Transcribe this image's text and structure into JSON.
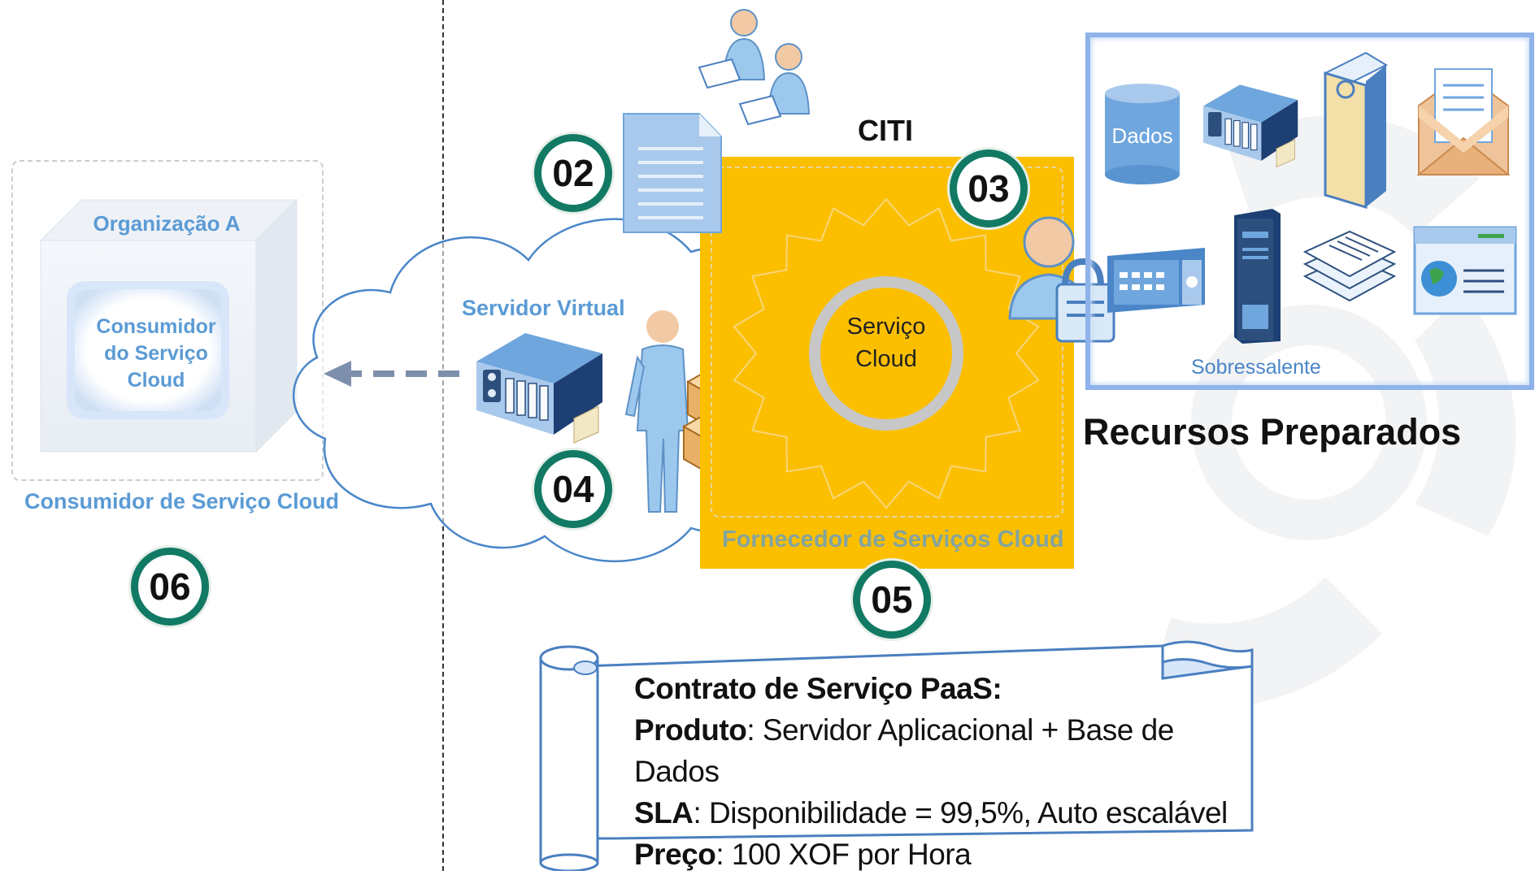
{
  "labels": {
    "citi": "CITI",
    "recursos_preparados": "Recursos Preparados",
    "organizacao_a": "Organização A",
    "consumidor_servico_line1": "Consumidor",
    "consumidor_servico_line2": "do Serviço",
    "consumidor_servico_line3": "Cloud",
    "consumidor_de_servico_cloud": "Consumidor de Serviço Cloud",
    "servidor_virtual": "Servidor Virtual",
    "servico_cloud_line1": "Serviço",
    "servico_cloud_line2": "Cloud",
    "fornecedor": "Fornecedor de Serviços Cloud",
    "dados": "Dados",
    "sobressalente": "Sobressalente"
  },
  "badges": {
    "b02": "02",
    "b03": "03",
    "b04": "04",
    "b05": "05",
    "b06": "06"
  },
  "contract": {
    "title": "Contrato de Serviço PaaS:",
    "produto_label": "Produto",
    "produto_value": ": Servidor Aplicacional + Base de Dados",
    "sla_label": "SLA",
    "sla_value": ": Disponibilidade = 99,5%, Auto escalável",
    "preco_label": "Preço",
    "preco_value": ": 100 XOF por Hora"
  },
  "colors": {
    "badge_ring": "#127a64",
    "provider_fill": "#fbbf00",
    "label_blue": "#5b9bd5",
    "resources_border": "#8fb3ea"
  }
}
